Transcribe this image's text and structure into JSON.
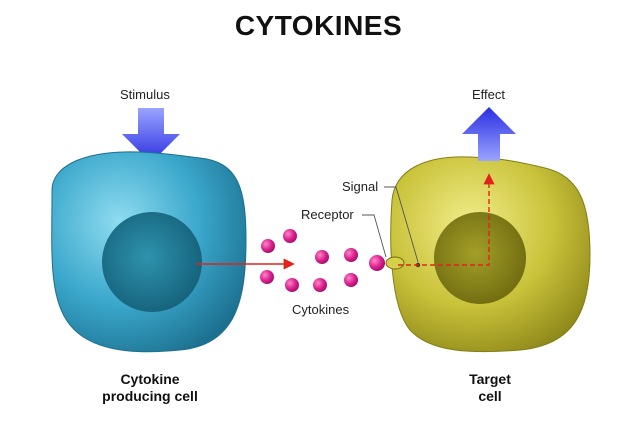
{
  "title": "CYTOKINES",
  "labels": {
    "stimulus": "Stimulus",
    "effect": "Effect",
    "signal": "Signal",
    "receptor": "Receptor",
    "cytokines": "Cytokines"
  },
  "captions": {
    "producing_line1": "Cytokine",
    "producing_line2": "producing cell",
    "target_line1": "Target",
    "target_line2": "cell"
  },
  "colors": {
    "producing_cell": "#3aa7cb",
    "producing_nucleus": "#1f7f98",
    "target_cell": "#c9c23a",
    "target_nucleus": "#8f8a1e",
    "arrow_blue": "#2a2ee0",
    "cytokine": "#d9208e",
    "signal_red": "#e0241b"
  },
  "icons": {
    "stimulus_arrow": "down-arrow-icon",
    "effect_arrow": "up-arrow-icon"
  }
}
